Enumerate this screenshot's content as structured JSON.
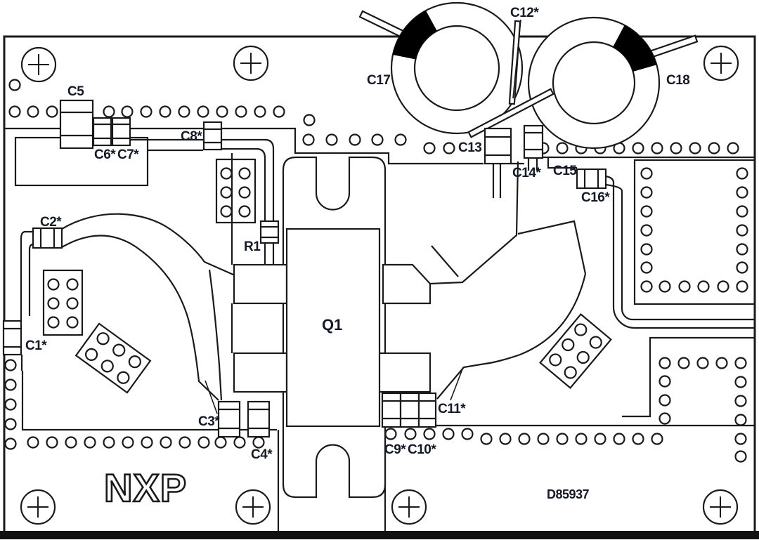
{
  "brand_logo": "NXP",
  "board_number": "D85937",
  "labels": {
    "c1": "C1*",
    "c2": "C2*",
    "c3": "C3*",
    "c4": "C4*",
    "c5": "C5",
    "c6": "C6*",
    "c7": "C7*",
    "c8": "C8*",
    "c9": "C9*",
    "c10": "C10*",
    "c11": "C11*",
    "c12": "C12*",
    "c13": "C13",
    "c14": "C14*",
    "c15": "C15",
    "c16": "C16*",
    "c17": "C17",
    "c18": "C18",
    "r1": "R1",
    "q1": "Q1"
  },
  "colors": {
    "line": "#1a1a1a",
    "label_text": "#131a26",
    "board_fill": "#ffffff",
    "toroid_marker": "#000000"
  }
}
